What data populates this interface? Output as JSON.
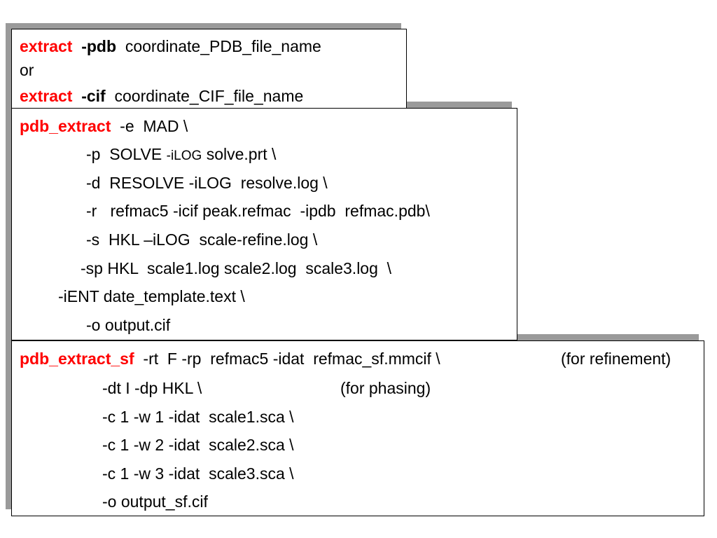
{
  "panel_extract": {
    "line1": {
      "command": "extract",
      "flag": "-pdb",
      "arg": "coordinate_PDB_file_name"
    },
    "or_text": "or",
    "line3": {
      "command": "extract",
      "flag": "-cif",
      "arg": "coordinate_CIF_file_name"
    }
  },
  "panel_pdb_extract": {
    "command": "pdb_extract",
    "first_args": "-e  MAD \\",
    "solve": {
      "pre": "-p  SOLVE ",
      "small": "-iLOG",
      "post": " solve.prt \\"
    },
    "lines": [
      "-d  RESOLVE -iLOG  resolve.log \\",
      "-r   refmac5 -icif peak.refmac  -ipdb  refmac.pdb\\",
      "-s  HKL –iLOG  scale-refine.log \\",
      "-sp HKL  scale1.log scale2.log  scale3.log  \\",
      "-iENT date_template.text \\",
      "-o output.cif"
    ]
  },
  "panel_pdb_extract_sf": {
    "command": "pdb_extract_sf",
    "first_args": "-rt  F -rp  refmac5 -idat  refmac_sf.mmcif \\",
    "first_note": "(for refinement)",
    "second_args": "-dt I -dp HKL \\",
    "second_note": "(for phasing)",
    "lines": [
      "-c 1 -w 1 -idat  scale1.sca \\",
      "-c 1 -w 2 -idat  scale2.sca \\",
      "-c 1 -w 3 -idat  scale3.sca \\",
      "-o output_sf.cif"
    ]
  }
}
